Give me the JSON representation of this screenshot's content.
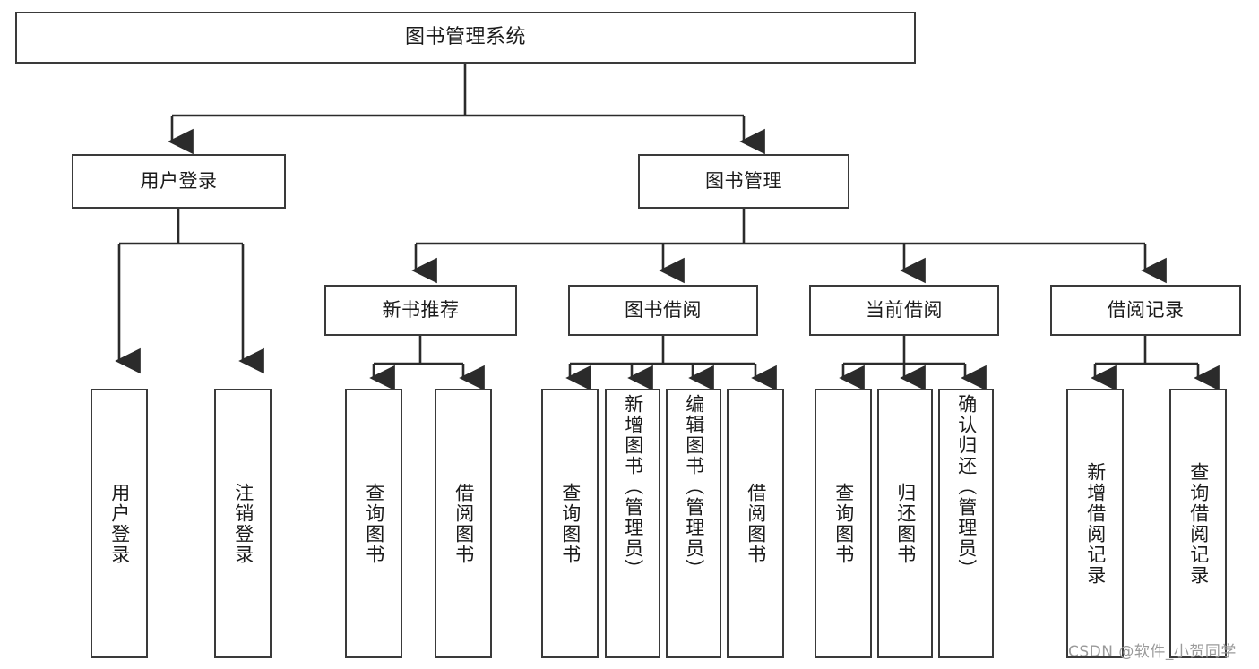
{
  "diagram": {
    "title": "图书管理系统",
    "type": "functional-structure-tree",
    "watermark": "CSDN @软件_小贺同学",
    "colors": {
      "border": "#3a3a3a",
      "fill": "#ffffff",
      "text": "#1b1b1b",
      "edge": "#2b2b2b",
      "watermark": "#9a9a9a"
    },
    "root": {
      "id": "root",
      "label": "图书管理系统"
    },
    "level1": [
      {
        "id": "user-login",
        "label": "用户登录"
      },
      {
        "id": "book-manage",
        "label": "图书管理"
      }
    ],
    "level2": [
      {
        "id": "new-book-recommend",
        "label": "新书推荐",
        "parent": "book-manage"
      },
      {
        "id": "book-borrow",
        "label": "图书借阅",
        "parent": "book-manage"
      },
      {
        "id": "current-borrow",
        "label": "当前借阅",
        "parent": "book-manage"
      },
      {
        "id": "borrow-record",
        "label": "借阅记录",
        "parent": "book-manage"
      }
    ],
    "leaves": [
      {
        "id": "leaf-user-login",
        "label": "用户登录",
        "parent": "user-login"
      },
      {
        "id": "leaf-logout",
        "label": "注销登录",
        "parent": "user-login"
      },
      {
        "id": "leaf-query-book-1",
        "label": "查询图书",
        "parent": "new-book-recommend"
      },
      {
        "id": "leaf-borrow-book-1",
        "label": "借阅图书",
        "parent": "new-book-recommend"
      },
      {
        "id": "leaf-query-book-2",
        "label": "查询图书",
        "parent": "book-borrow"
      },
      {
        "id": "leaf-add-book",
        "label": "新增图书（管理员）",
        "parent": "book-borrow"
      },
      {
        "id": "leaf-edit-book",
        "label": "编辑图书（管理员）",
        "parent": "book-borrow"
      },
      {
        "id": "leaf-borrow-book-2",
        "label": "借阅图书",
        "parent": "book-borrow"
      },
      {
        "id": "leaf-query-book-3",
        "label": "查询图书",
        "parent": "current-borrow"
      },
      {
        "id": "leaf-return-book",
        "label": "归还图书",
        "parent": "current-borrow"
      },
      {
        "id": "leaf-confirm-return",
        "label": "确认归还（管理员）",
        "parent": "current-borrow"
      },
      {
        "id": "leaf-add-record",
        "label": "新增借阅记录",
        "parent": "borrow-record"
      },
      {
        "id": "leaf-query-record",
        "label": "查询借阅记录",
        "parent": "borrow-record"
      }
    ]
  }
}
